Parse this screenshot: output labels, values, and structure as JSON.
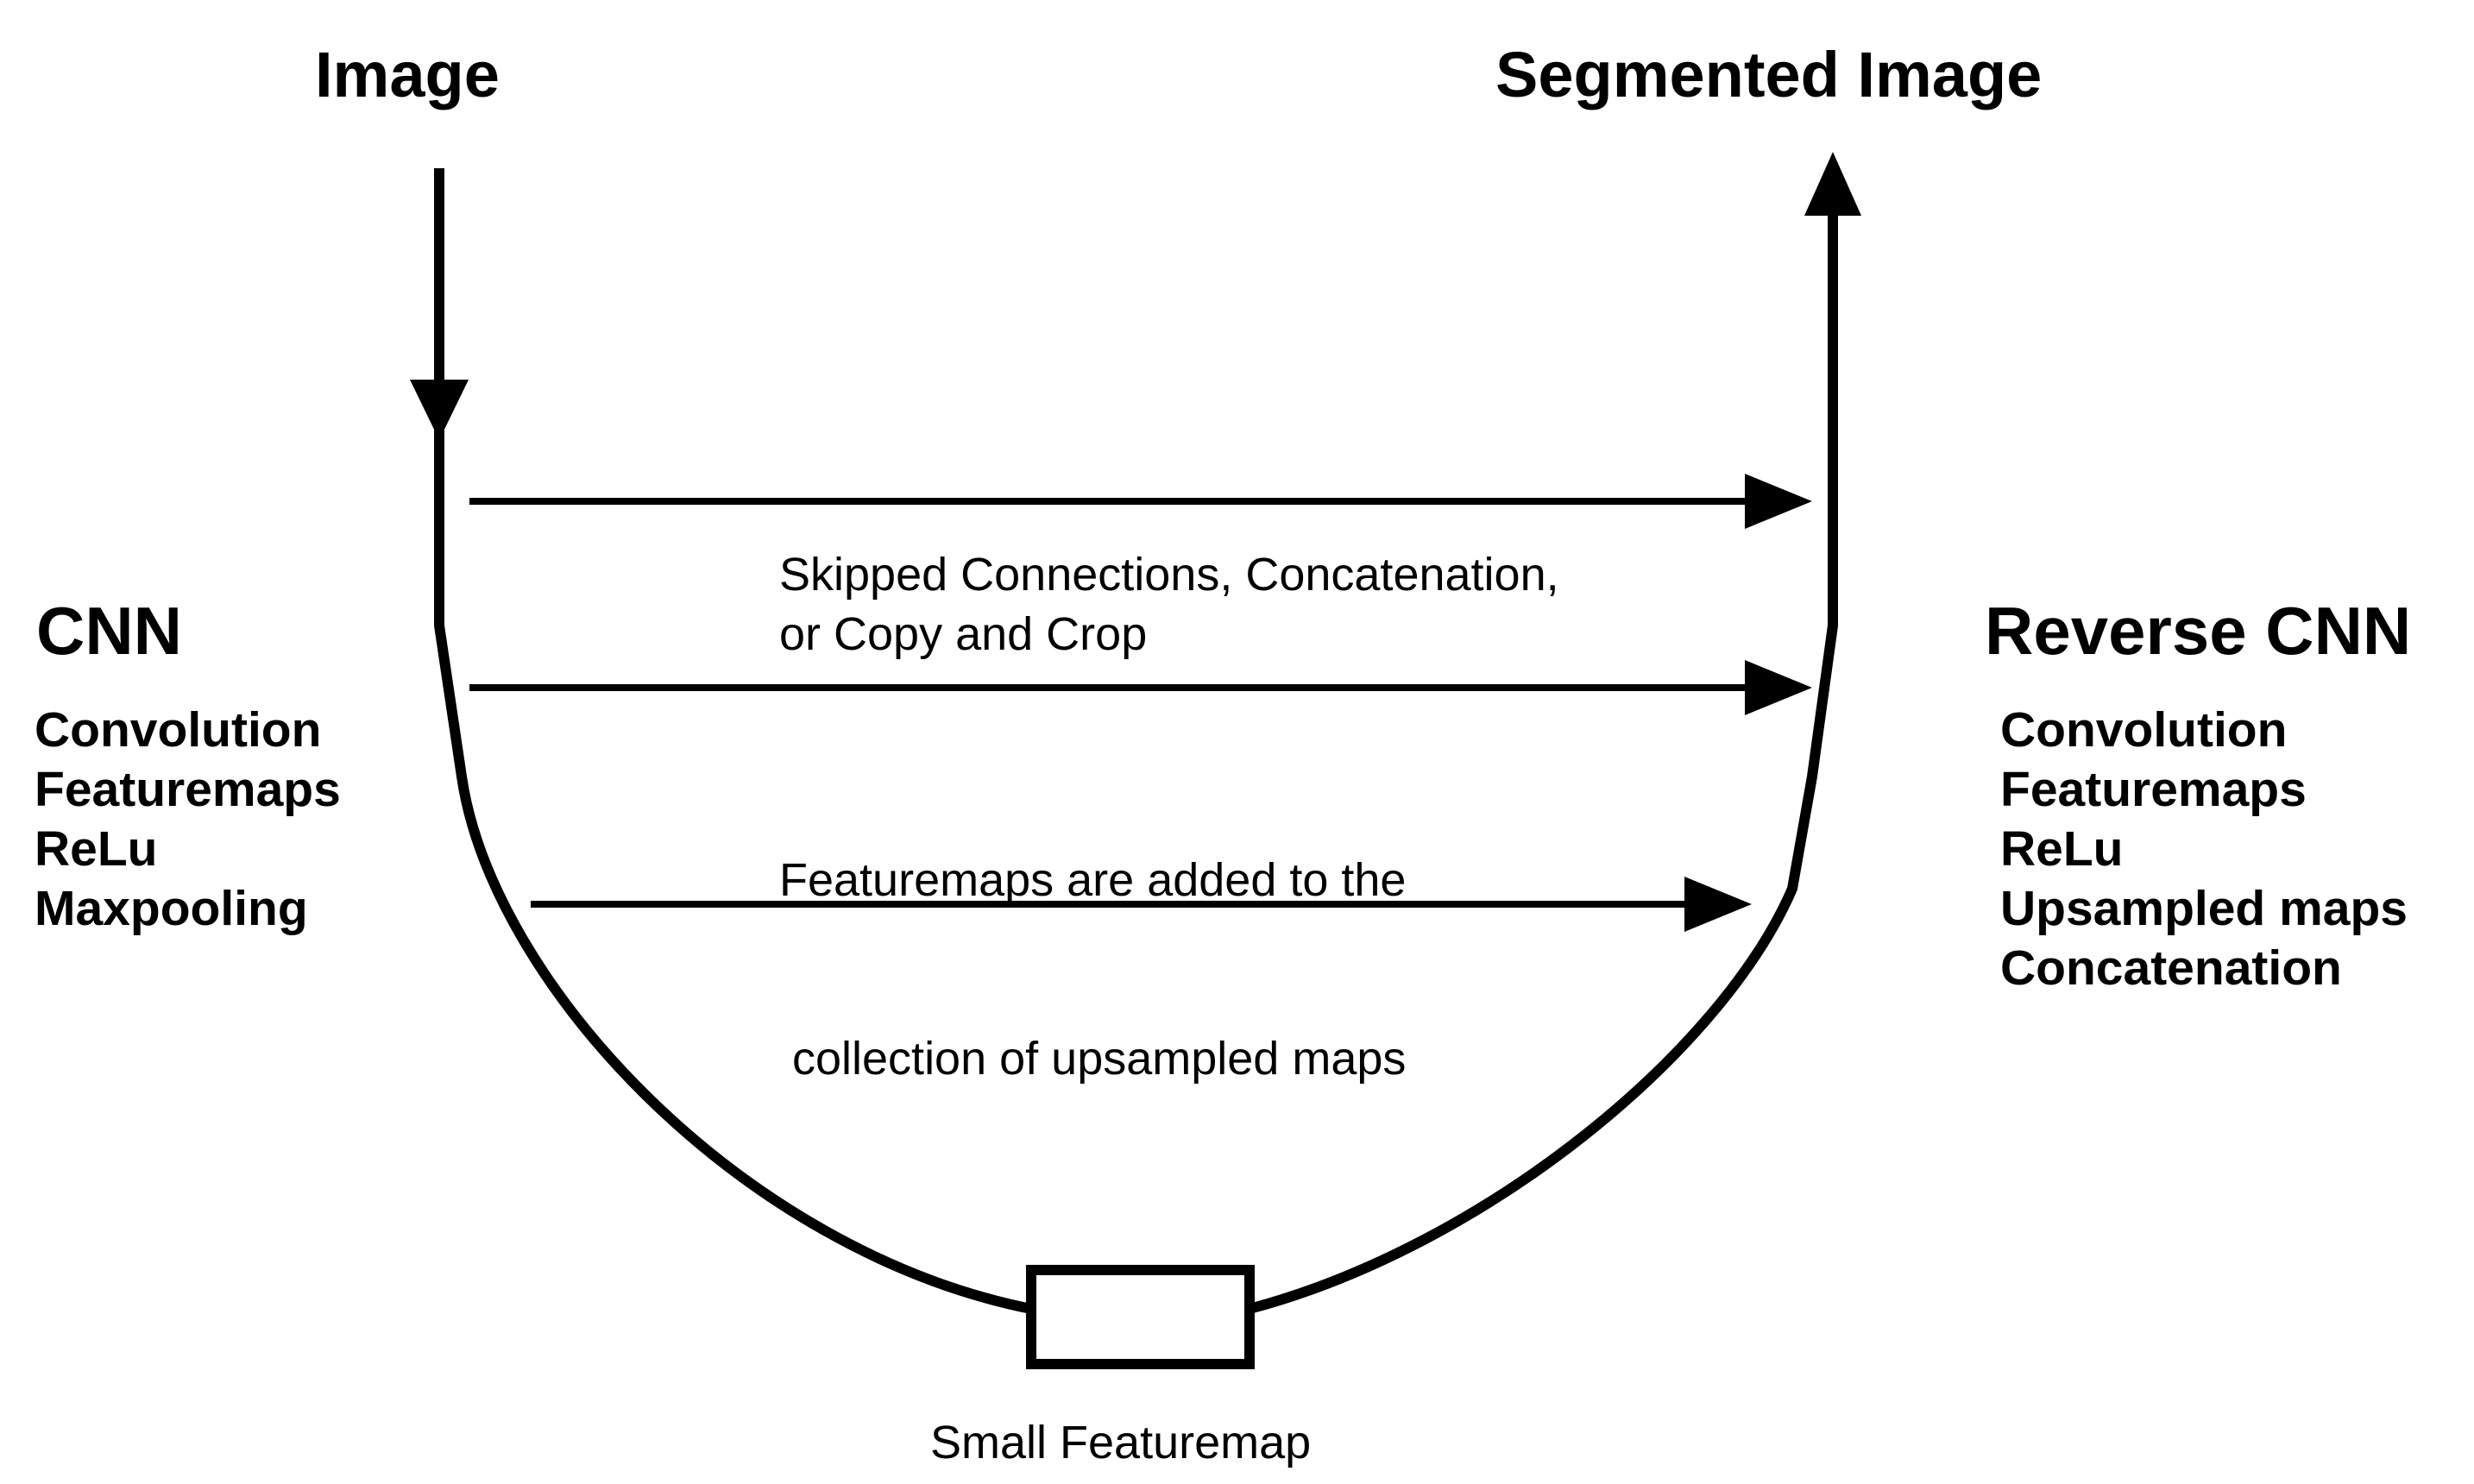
{
  "input_label": "Image",
  "output_label": "Segmented Image",
  "encoder": {
    "title": "CNN",
    "steps": [
      "Convolution",
      "Featuremaps",
      "ReLu",
      "Maxpooling"
    ]
  },
  "decoder": {
    "title": "Reverse CNN",
    "steps": [
      "Convolution",
      "Featuremaps",
      "ReLu",
      "Upsampled maps",
      "Concatenation"
    ]
  },
  "skip_note": {
    "lines": [
      "Skipped Connections, Concatenation,",
      "or Copy and Crop"
    ]
  },
  "featuremap_note": {
    "lines": [
      "Featuremaps are added to the",
      " collection of upsampled maps"
    ]
  },
  "bottleneck_label": "Small Featuremap",
  "colors": {
    "stroke": "#000000",
    "background": "#ffffff"
  }
}
